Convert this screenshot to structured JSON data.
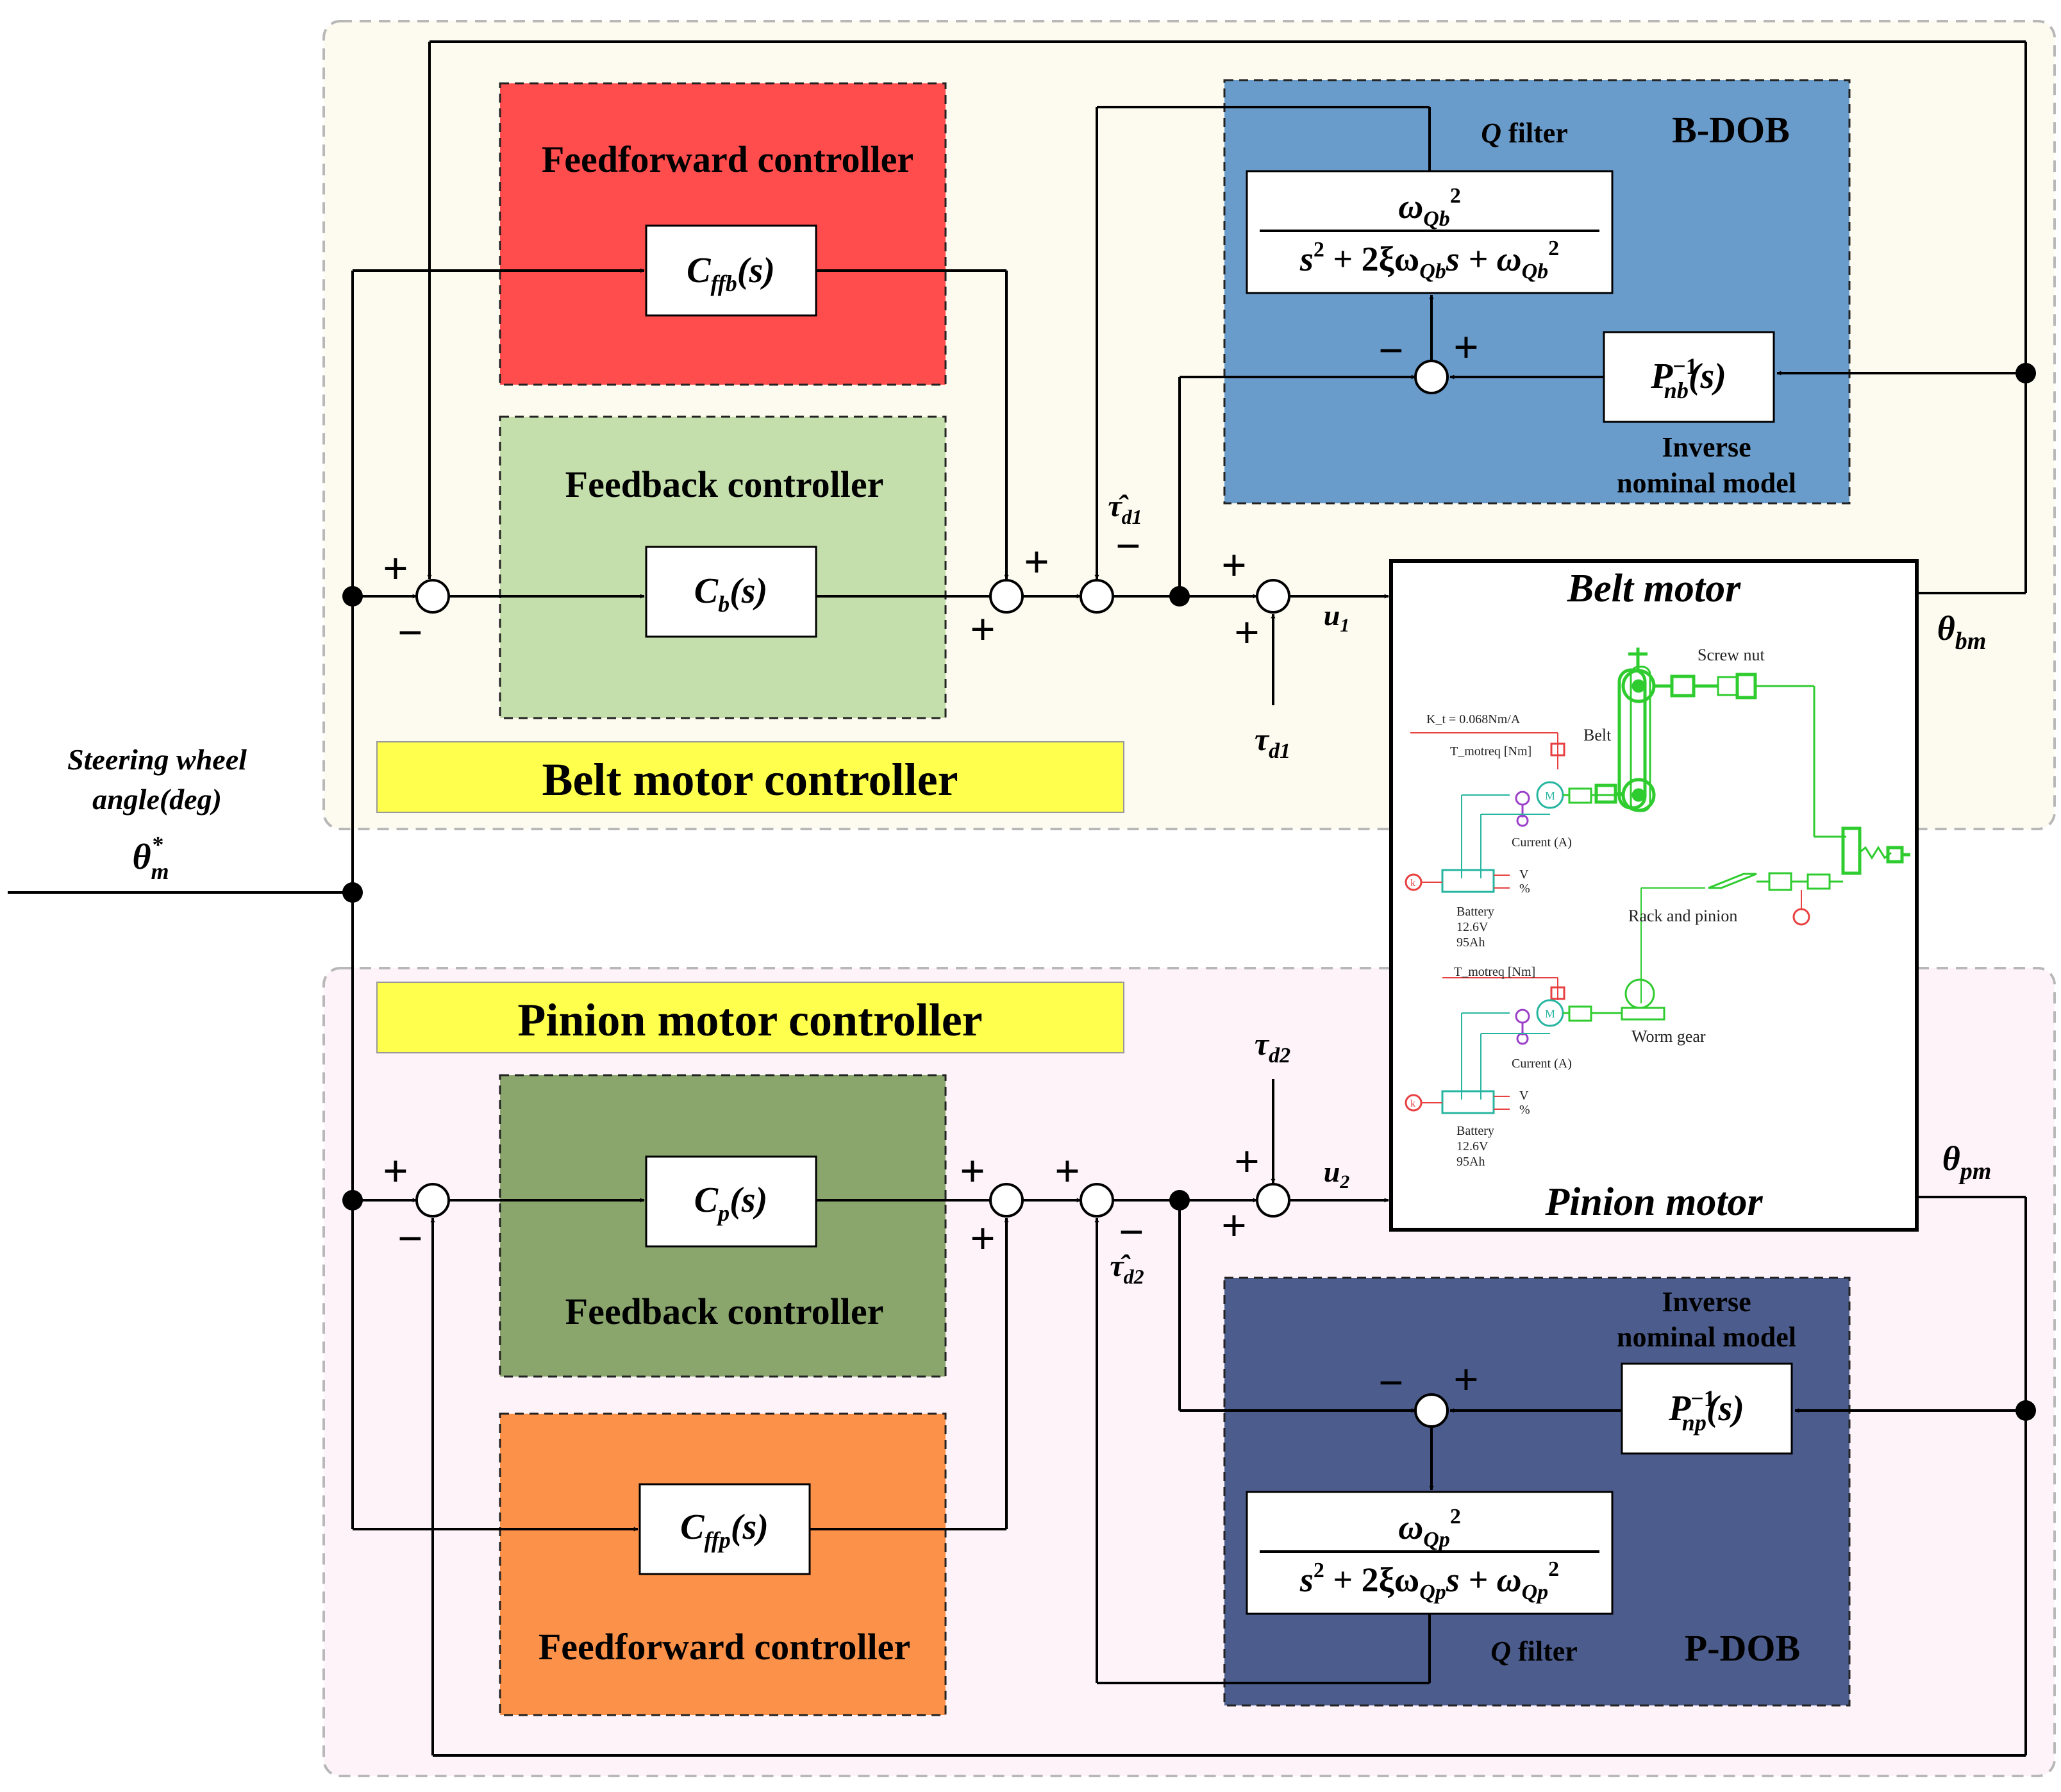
{
  "colors": {
    "belt_region_bg": "#fdfbef",
    "pinion_region_bg": "#fdf3f8",
    "feedforward_belt": "#ff4d4d",
    "feedback_belt": "#c4dfab",
    "feedback_pinion": "#8aa66d",
    "feedforward_pinion": "#fc9149",
    "bdob": "#6a9ccb",
    "pdob": "#4c5d8d",
    "label_bar": "#ffff4d",
    "sim_green": "#2fcc2f",
    "sim_red": "#e84040",
    "sim_purple": "#9b3fc9",
    "sim_teal": "#26b5a0"
  },
  "input": {
    "label_line1": "Steering wheel",
    "label_line2": "angle(deg)",
    "symbol": "θ",
    "symbol_sub": "m",
    "symbol_sup": "*"
  },
  "belt": {
    "region_label": "Belt motor controller",
    "feedforward": {
      "title": "Feedforward controller",
      "tf": "C",
      "tf_sub": "ffb",
      "tf_arg": "(s)"
    },
    "feedback": {
      "title": "Feedback controller",
      "tf": "C",
      "tf_sub": "b",
      "tf_arg": "(s)"
    },
    "dob": {
      "title": "B-DOB",
      "qfilter_q": "Q",
      "qfilter_rest": " filter",
      "num_omega": "ω",
      "num_sub": "Qb",
      "num_sup": "2",
      "den_a": "s",
      "den_a_sup": "2",
      "den_b": " + 2ξω",
      "den_b_sub": "Qb",
      "den_c": "s + ω",
      "den_c_sub": "Qb",
      "den_c_sup": "2",
      "inv_p": "P",
      "inv_sup": "−1",
      "inv_sub": "nb",
      "inv_arg": "(s)",
      "inv_label_1": "Inverse",
      "inv_label_2": "nominal model"
    },
    "tau_hat": "τ̂",
    "tau_hat_sub": "d1",
    "tau": "τ",
    "tau_sub": "d1",
    "u": "u",
    "u_sub": "1",
    "theta": "θ",
    "theta_sub": "bm"
  },
  "pinion": {
    "region_label": "Pinion motor controller",
    "feedback": {
      "title": "Feedback controller",
      "tf": "C",
      "tf_sub": "p",
      "tf_arg": "(s)"
    },
    "feedforward": {
      "title": "Feedforward controller",
      "tf": "C",
      "tf_sub": "ffp",
      "tf_arg": "(s)"
    },
    "dob": {
      "title": "P-DOB",
      "qfilter_q": "Q",
      "qfilter_rest": " filter",
      "num_omega": "ω",
      "num_sub": "Qp",
      "num_sup": "2",
      "den_a": "s",
      "den_a_sup": "2",
      "den_b": " + 2ξω",
      "den_b_sub": "Qp",
      "den_c": "s + ω",
      "den_c_sub": "Qp",
      "den_c_sup": "2",
      "inv_p": "P",
      "inv_sup": "−1",
      "inv_sub": "np",
      "inv_arg": "(s)",
      "inv_label_1": "Inverse",
      "inv_label_2": "nominal model"
    },
    "tau_hat": "τ̂",
    "tau_hat_sub": "d2",
    "tau": "τ",
    "tau_sub": "d2",
    "u": "u",
    "u_sub": "2",
    "theta": "θ",
    "theta_sub": "pm"
  },
  "plant": {
    "belt_title": "Belt motor",
    "pinion_title": "Pinion motor",
    "kt_label": "K_t = 0.068Nm/A",
    "motreq_1": "T_motreq [Nm]",
    "motreq_2": "T_motreq [Nm]",
    "current_1": "Current (A)",
    "current_2": "Current (A)",
    "battery_1": [
      "Battery",
      "12.6V",
      "95Ah"
    ],
    "battery_2": [
      "Battery",
      "12.6V",
      "95Ah"
    ],
    "belt_label": "Belt",
    "screw_nut": "Screw nut",
    "rack_pinion": "Rack and pinion",
    "worm_gear": "Worm gear",
    "v_label": "V",
    "pct_label": "%",
    "motor_letter": "M",
    "k_letter": "k"
  },
  "signs": {
    "plus": "+",
    "minus": "−"
  }
}
